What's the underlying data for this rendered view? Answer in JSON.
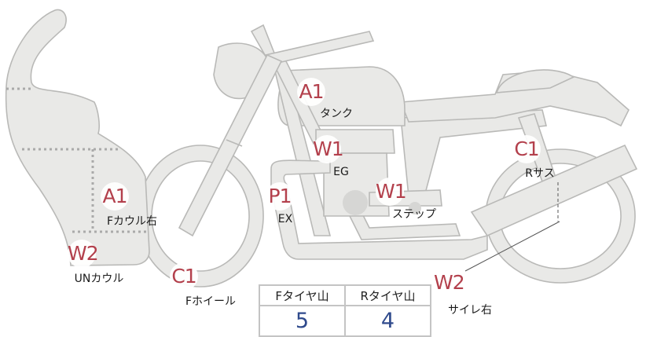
{
  "colors": {
    "marker": "#b3404c",
    "value": "#2f4a8c",
    "part_fill": "#e9e9e7",
    "part_stroke": "#b9b9b7"
  },
  "markers": [
    {
      "code": "A1",
      "label": "タンク"
    },
    {
      "code": "W1",
      "label": "EG"
    },
    {
      "code": "P1",
      "label": "EX"
    },
    {
      "code": "W1",
      "label": "ステップ"
    },
    {
      "code": "C1",
      "label": "Rサス"
    },
    {
      "code": "A1",
      "label": "Fカウル右"
    },
    {
      "code": "W2",
      "label": "UNカウル"
    },
    {
      "code": "C1",
      "label": "Fホイール"
    },
    {
      "code": "W2",
      "label": "サイレ右"
    }
  ],
  "tire_table": {
    "headers": [
      "Fタイヤ山",
      "Rタイヤ山"
    ],
    "values": [
      "5",
      "4"
    ]
  }
}
